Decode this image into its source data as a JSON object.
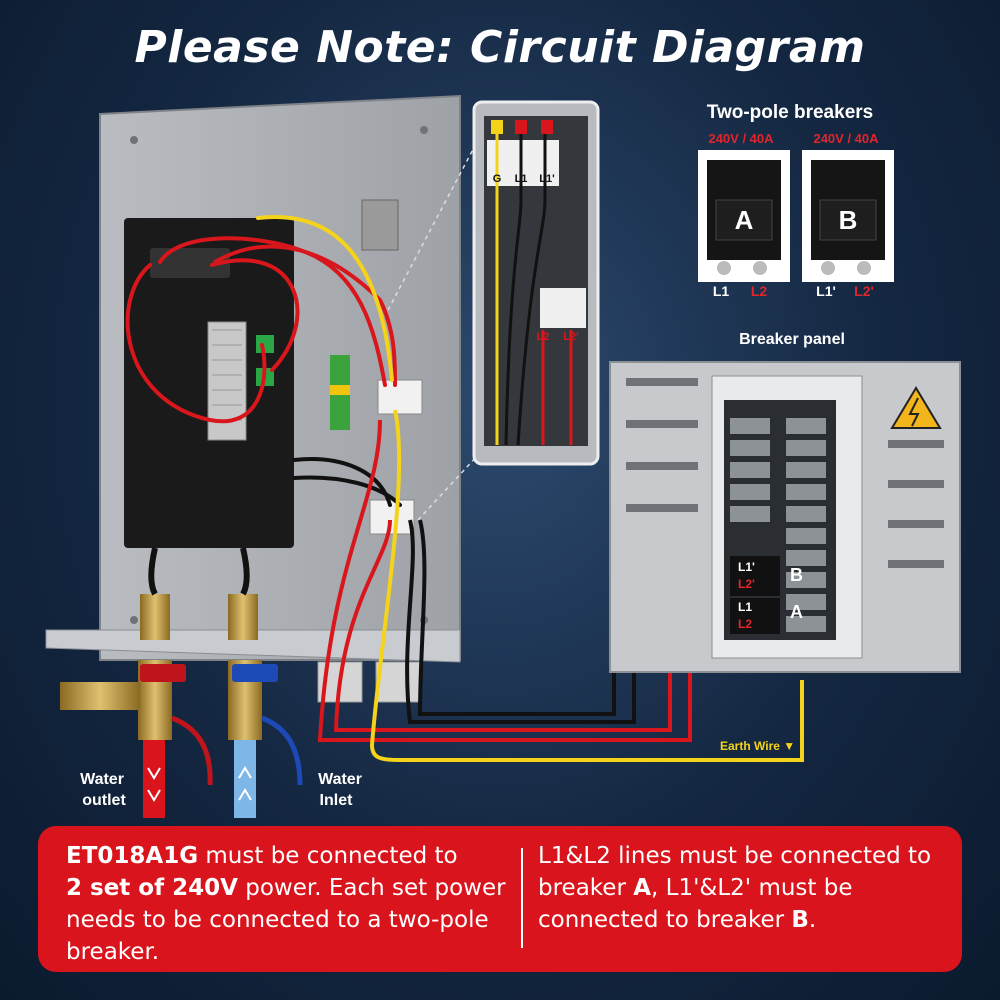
{
  "title": "Please Note: Circuit Diagram",
  "terminal_labels": {
    "g": "G",
    "l1": "L1",
    "l1p": "L1'",
    "l2": "L2",
    "l2p": "L2'"
  },
  "breakers": {
    "heading": "Two-pole breakers",
    "a": {
      "rating": "240V / 40A",
      "letter": "A",
      "left_label": "L1",
      "right_label": "L2"
    },
    "b": {
      "rating": "240V / 40A",
      "letter": "B",
      "left_label": "L1'",
      "right_label": "L2'"
    }
  },
  "panel": {
    "heading": "Breaker panel",
    "b_top": "L1'",
    "b_bottom": "L2'",
    "b_letter": "B",
    "a_top": "L1",
    "a_bottom": "L2",
    "a_letter": "A",
    "earth_wire": "Earth Wire ▼"
  },
  "water": {
    "outlet": [
      "Water",
      "outlet"
    ],
    "inlet": [
      "Water",
      "Inlet"
    ]
  },
  "banner": {
    "left": {
      "model": "ET018A1G",
      "t1": " must be connected to",
      "bold2": "2 set of 240V",
      "t2": " power. Each set power",
      "t3": "needs to be connected to a two-pole",
      "t4": "breaker."
    },
    "right": {
      "t1": "L1&L2 lines must be connected to",
      "t2": "breaker ",
      "bold_a": "A",
      "t3": ", L1'&L2' must be",
      "t4": "connected to breaker ",
      "bold_b": "B",
      "t5": "."
    }
  },
  "colors": {
    "red_wire": "#d8161c",
    "yellow_wire": "#f5d31a",
    "black_wire": "#111111",
    "banner": "#d9141c"
  }
}
